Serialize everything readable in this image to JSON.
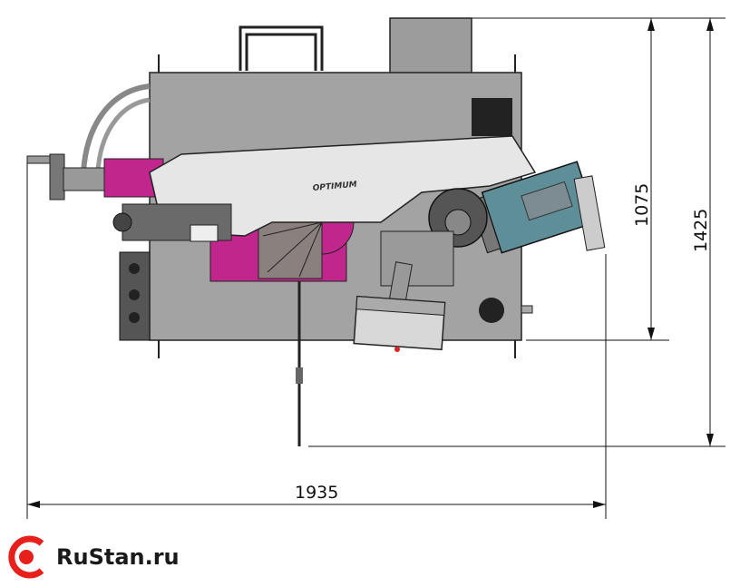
{
  "drawing": {
    "machine_brand": "OPTIMUM",
    "dimensions": {
      "width": "1935",
      "depth": "1075",
      "overall_depth": "1425"
    }
  },
  "logo": {
    "text": "RuStan.ru",
    "color": "#e8201c"
  },
  "colors": {
    "body": "#a3a3a3",
    "magenta": "#c0268c",
    "motor": "#5e8f99",
    "bow": "#e6e6e6"
  }
}
